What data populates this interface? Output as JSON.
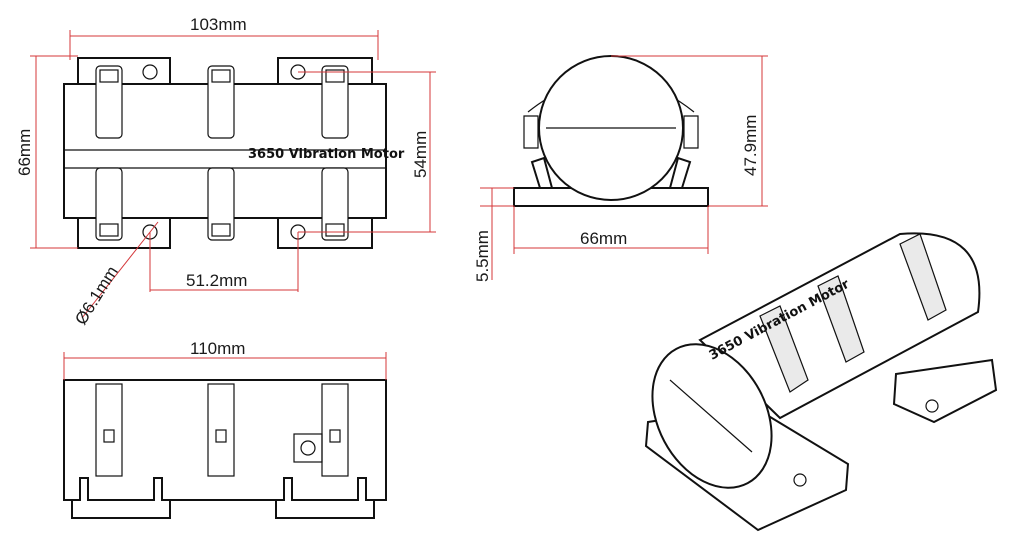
{
  "dimensions": {
    "top_width": "103mm",
    "left_height": "66mm",
    "right_height": "54mm",
    "hole_diameter": "Ø6.1mm",
    "hole_spacing": "51.2mm",
    "front_height": "47.9mm",
    "base_height": "5.5mm",
    "front_width": "66mm",
    "side_length": "110mm"
  },
  "labels": {
    "motor_name": "3650 Vibration Motor",
    "iso_label": "3650 Vibration Motor"
  },
  "colors": {
    "dimension_line": "#d4373a",
    "outline": "#111111"
  }
}
